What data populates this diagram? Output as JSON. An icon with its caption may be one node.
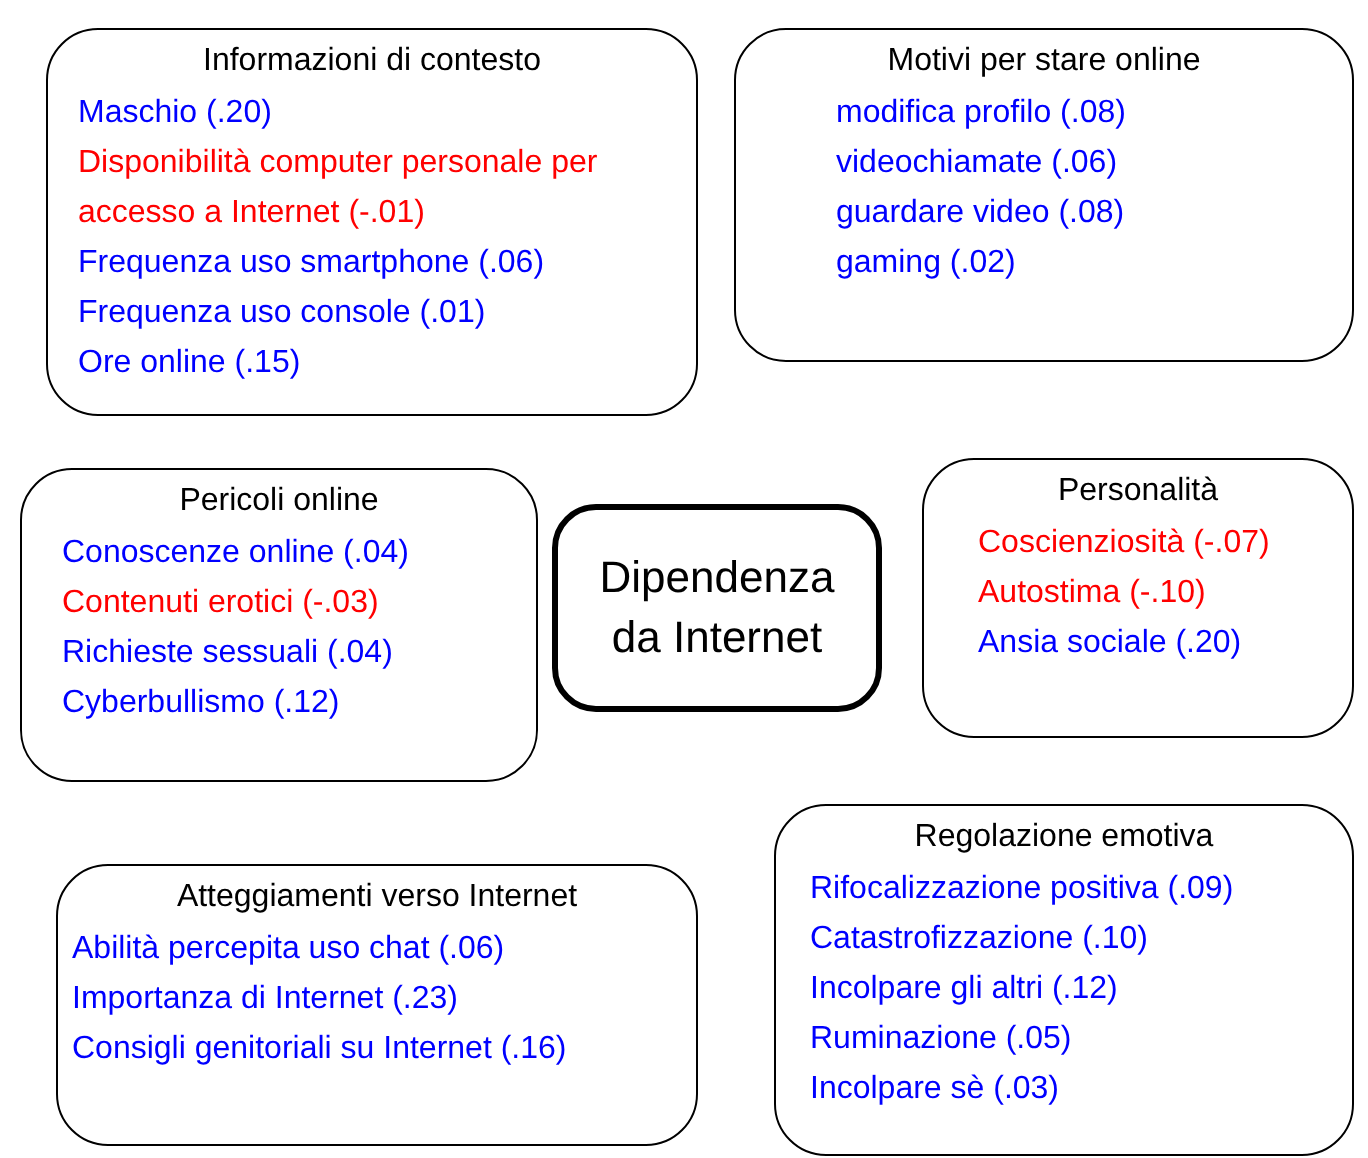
{
  "diagram": {
    "nodes": [
      {
        "text": [
          "Informazioni di contesto",
          "Maschio (.20)",
          "Disponibilità computer personale per accesso a Internet (-.01)",
          "Frequenza uso smartphone (.06)",
          "Frequenza uso console (.01)",
          "Ore online (.15)"
        ]
      },
      {
        "text": [
          "Motivi per stare online",
          "modifica profilo (.08)",
          "videochiamate (.06)",
          "guardare video (.08)",
          "gaming (.02)"
        ]
      },
      {
        "text": [
          "Pericoli online",
          "Conoscenze online (.04)",
          "Contenuti erotici (-.03)",
          "Richieste sessuali (.04)",
          "Cyberbullismo (.12)"
        ]
      },
      {
        "text": [
          "Dipendenza da Internet"
        ]
      },
      {
        "text": [
          "Personalità",
          "Coscienziosità (-.07)",
          "Autostima (-.10)",
          "Ansia sociale (.20)"
        ]
      },
      {
        "text": [
          "Atteggiamenti verso Internet",
          "Abilità percepita uso chat (.06)",
          "Importanza di Internet (.23)",
          "Consigli genitoriali su Internet (.16)"
        ]
      },
      {
        "text": [
          "Regolazione emotiva",
          "Rifocalizzazione positiva (.09)",
          "Catastrofizzazione (.10)",
          "Incolpare gli altri (.12)",
          "Ruminazione (.05)",
          "Incolpare sè (.03)"
        ]
      }
    ]
  }
}
